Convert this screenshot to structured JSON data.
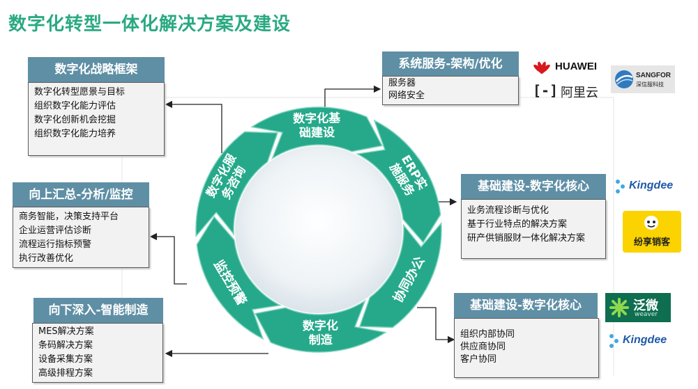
{
  "title": "数字化转型一体化解决方案及建设",
  "cycle": {
    "segments": [
      "数字化基础建设",
      "ERP实施服务",
      "协同办公",
      "数字化制造",
      "监控预警",
      "数字化服务咨询"
    ]
  },
  "boxes": {
    "strategy": {
      "title": "数字化战略框架",
      "items": [
        "数字化转型愿景与目标",
        "组织数字化能力评估",
        "数字化创新机会挖掘",
        "组织数字化能力培养"
      ]
    },
    "upward": {
      "title": "向上汇总-分析/监控",
      "items": [
        "商务智能，决策支持平台",
        "企业运营评估诊断",
        "流程运行指标预警",
        "执行改善优化"
      ]
    },
    "downward": {
      "title": "向下深入-智能制造",
      "items": [
        "MES解决方案",
        "条码解决方案",
        "设备采集方案",
        "高级排程方案"
      ]
    },
    "system": {
      "title": "系统服务-架构/优化",
      "items": [
        "服务器",
        "网络安全"
      ]
    },
    "erp": {
      "title": "基础建设-数字化核心",
      "items": [
        "业务流程诊断与优化",
        "基于行业特点的解决方案",
        "研产供销服财一体化解决方案"
      ]
    },
    "collab": {
      "title": "基础建设-数字化核心",
      "items": [
        "组织内部协同",
        "供应商协同",
        "客户协同"
      ]
    }
  },
  "logos": {
    "huawei": "HUAWEI",
    "aliyun": "阿里云",
    "sangfor": "SANGFOR",
    "sangfor_sub": "深信服科技",
    "kingdee1": "Kingdee",
    "fenxiang": "纷享销客",
    "fanwei": "泛微",
    "fanwei_sub": "weaver",
    "kingdee2": "Kingdee"
  },
  "colors": {
    "title": "#2aa982",
    "header": "#5f8fa5",
    "arrow": "#25a98a",
    "arrow_light": "#7fd2bd"
  }
}
